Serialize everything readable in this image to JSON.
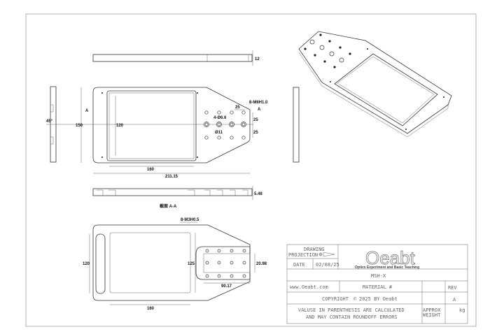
{
  "drawing": {
    "dimensions": {
      "thickness": "12",
      "height": "150",
      "window_height": "120",
      "window_width": "160",
      "overall_length": "211.15",
      "hole_spacing_x": "25",
      "hole_spacing_y1": "25",
      "hole_spacing_y2": "25",
      "counterbore_holes": "4-Ø6.6",
      "counterbore_dia": "Ø11",
      "tapped_holes": "8-M6H1.0",
      "section_marker": "A",
      "chamfer_angle": "45°",
      "section_depth": "5.48",
      "section_label": "截面 A-A",
      "bottom_holes": "8-M3H0.5",
      "bottom_height": "120",
      "bottom_inner_height": "125",
      "bottom_width": "160",
      "pocket_width": "90.17",
      "pocket_height": "20.98"
    }
  },
  "title_block": {
    "drawing_label": "DRAWING",
    "projection_label": "PROJECTION",
    "date_label": "DATE",
    "date_value": "02/08/25",
    "logo_text": "Oeabt",
    "logo_subtitle": "Optics Experiment and Basic Teaching",
    "part_name": "MSH-X",
    "website": "www.Oeabt.com",
    "material_label": "MATERIAL #",
    "rev_label": "REV",
    "rev_value": "A",
    "copyright": "COPYRIGHT",
    "copyright_year": "2025 BY Oeabt",
    "note_line1": "VALUSE IN PARENTHESIS ARE CALCULATED",
    "note_line2": "AND MAY CONTAIN ROUNDOFF ERRORS",
    "weight_label1": "APPROX",
    "weight_label2": "WEIGHT",
    "weight_unit": "kg"
  }
}
